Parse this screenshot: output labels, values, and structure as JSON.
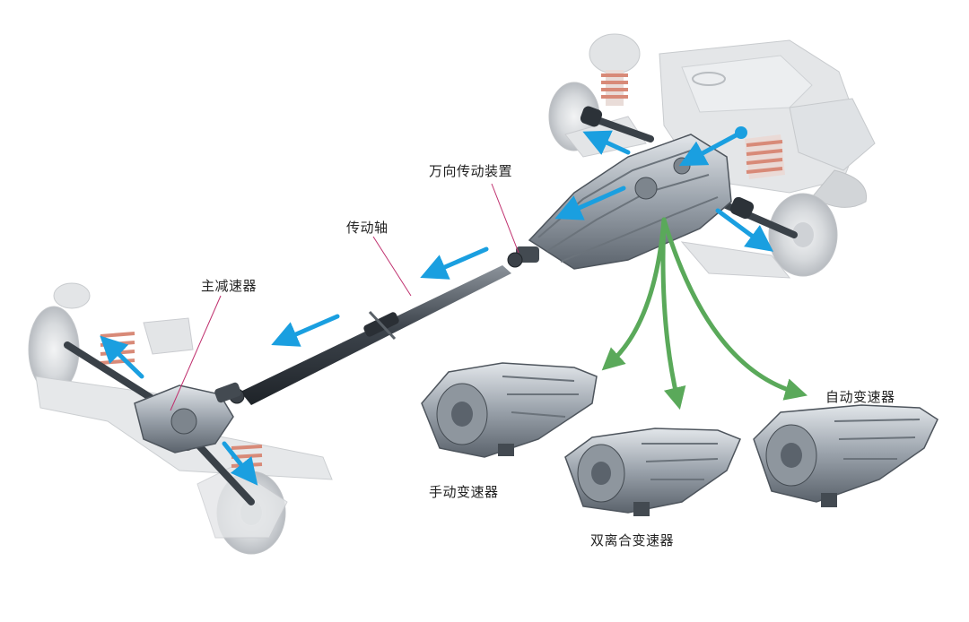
{
  "labels": {
    "universal_joint": "万向传动装置",
    "drive_shaft": "传动轴",
    "final_drive": "主减速器",
    "manual_transmission": "手动变速器",
    "dual_clutch_transmission": "双离合变速器",
    "automatic_transmission": "自动变速器"
  },
  "colors": {
    "flow_arrow": "#1a9fe0",
    "choice_arrow": "#5aa95a",
    "leader_line": "#c0306e",
    "metal": "#9aa2ab",
    "metal_dark": "#5b636c",
    "ghost": "#d9dcdf"
  }
}
